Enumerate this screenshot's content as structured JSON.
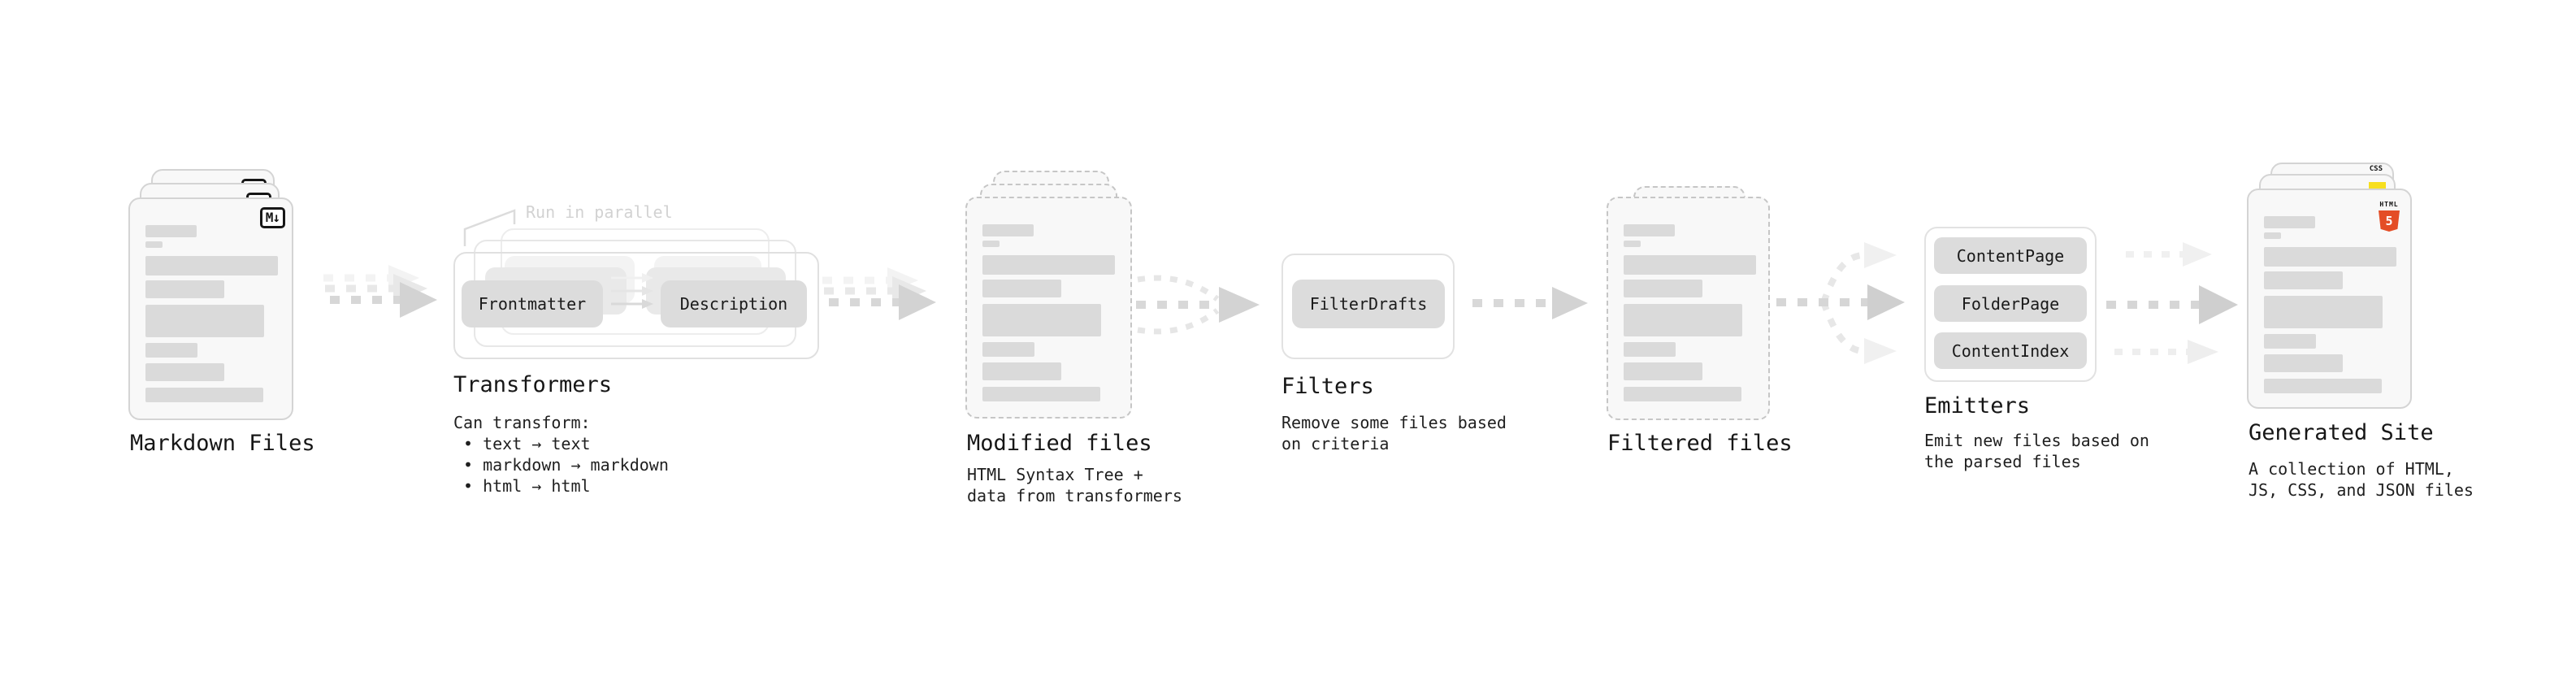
{
  "stages": {
    "markdown": {
      "label": "Markdown Files",
      "badge": "M↓"
    },
    "transformers": {
      "label": "Transformers",
      "annotation": "Run in parallel",
      "pills": [
        "Frontmatter",
        "Description"
      ],
      "desc": [
        "Can transform:",
        "• text → text",
        "• markdown → markdown",
        "• html → html"
      ]
    },
    "modified": {
      "label": "Modified files",
      "desc": [
        "HTML Syntax Tree +",
        "data from transformers"
      ]
    },
    "filters": {
      "label": "Filters",
      "pill": "FilterDrafts",
      "desc": [
        "Remove some files based",
        "on criteria"
      ]
    },
    "filtered": {
      "label": "Filtered files"
    },
    "emitters": {
      "label": "Emitters",
      "pills": [
        "ContentPage",
        "FolderPage",
        "ContentIndex"
      ],
      "desc": [
        "Emit new files based on",
        "the parsed files"
      ]
    },
    "generated": {
      "label": "Generated Site",
      "desc": [
        "A collection of HTML,",
        "JS, CSS, and JSON files"
      ],
      "badges": {
        "css": "CSS",
        "html_word": "HTML",
        "html_num": "5"
      }
    }
  },
  "colors": {
    "text": "#161616",
    "annotation_gray": "#d2d2d2",
    "card_border": "#d4d4d4",
    "dashed_border": "#c6c6c6",
    "skeleton_bar": "#dadada",
    "pill_bg": "#dcdcdc",
    "arrow_gray": "#d3d3d3",
    "html5_orange": "#e44d26",
    "js_yellow": "#f7df1e",
    "css_blue": "#264de4"
  }
}
